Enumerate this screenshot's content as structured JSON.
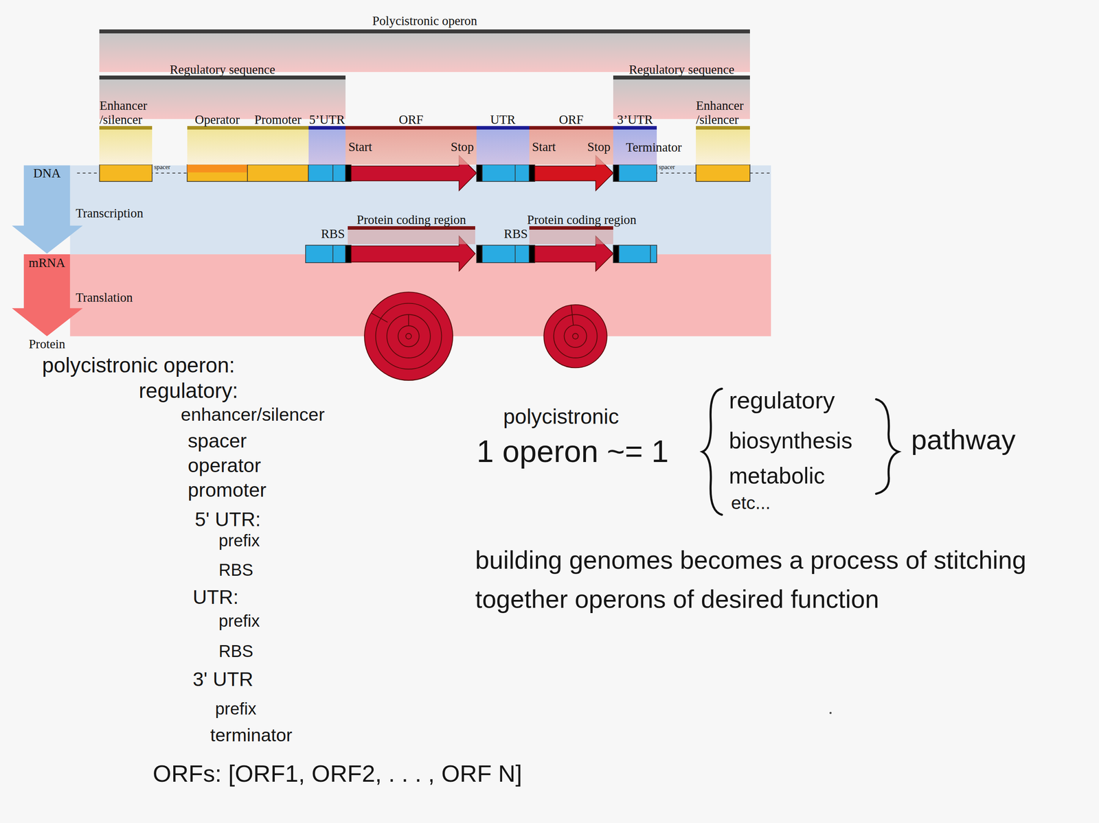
{
  "diagram": {
    "nodes": [
      {
        "text": [
          "Polycistronic operon"
        ]
      },
      {
        "text": [
          "Regulatory sequence"
        ]
      },
      {
        "text": [
          "Regulatory sequence"
        ]
      },
      {
        "text": [
          "Enhancer /silencer"
        ]
      },
      {
        "text": [
          "Operator"
        ]
      },
      {
        "text": [
          "Promoter"
        ]
      },
      {
        "text": [
          "5’UTR"
        ]
      },
      {
        "text": [
          "ORF",
          "Start",
          "Stop"
        ]
      },
      {
        "text": [
          "UTR"
        ]
      },
      {
        "text": [
          "ORF",
          "Start",
          "Stop"
        ]
      },
      {
        "text": [
          "3’UTR"
        ]
      },
      {
        "text": [
          "Enhancer /silencer"
        ]
      },
      {
        "text": [
          "Protein coding region"
        ]
      },
      {
        "text": [
          "Protein coding region"
        ]
      }
    ],
    "labels": [
      "DNA",
      "Transcription",
      "mRNA",
      "Translation",
      "Protein",
      "spacer",
      "spacer",
      "Terminator",
      "RBS",
      "RBS",
      "polycistronic operon:",
      "regulatory:",
      "enhancer/silencer",
      "spacer",
      "operator",
      "promoter",
      "5' UTR:",
      "prefix",
      "RBS",
      "UTR:",
      "prefix",
      "RBS",
      "3' UTR",
      "prefix",
      "terminator",
      "ORFs: [ORF1, ORF2, . . . , ORF N]",
      "polycistronic",
      "1 operon ~= 1",
      "regulatory",
      "biosynthesis",
      "metabolic",
      "etc...",
      "pathway",
      "building genomes becomes a process of stitching together operons of desired function"
    ]
  }
}
